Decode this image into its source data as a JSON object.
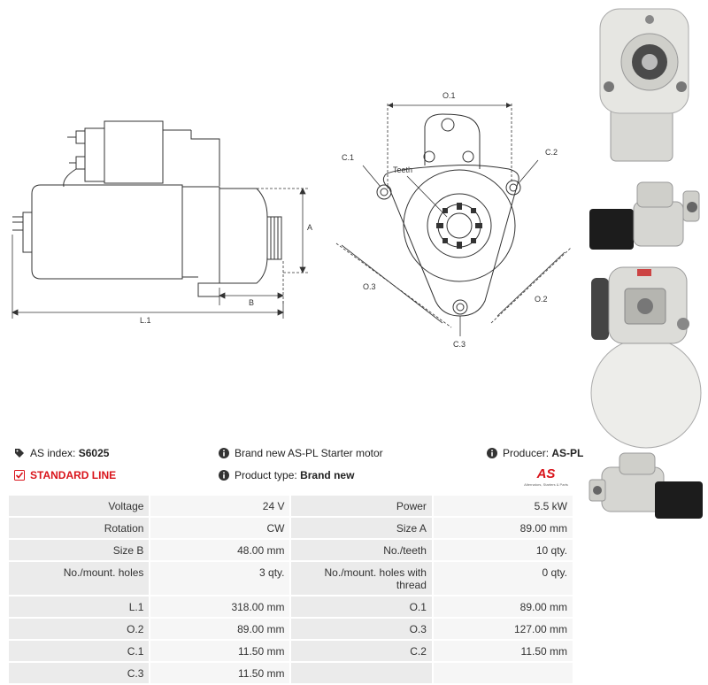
{
  "drawing": {
    "side_labels": {
      "a": "A",
      "b": "B",
      "l1": "L.1"
    },
    "front_labels": {
      "o1": "O.1",
      "o2": "O.2",
      "o3": "O.3",
      "c1": "C.1",
      "c2": "C.2",
      "c3": "C.3",
      "teeth": "Teeth"
    }
  },
  "info": {
    "as_index_label": "AS index:",
    "as_index_value": "S6025",
    "standard_line": "STANDARD LINE",
    "description": "Brand new AS-PL Starter motor",
    "product_type_label": "Product type:",
    "product_type_value": "Brand new",
    "producer_label": "Producer:",
    "producer_value": "AS-PL"
  },
  "logo": {
    "mark": "AS",
    "tagline": "Alternators, Starters & Parts"
  },
  "specs": [
    {
      "l1": "Voltage",
      "v1": "24 V",
      "l2": "Power",
      "v2": "5.5 kW"
    },
    {
      "l1": "Rotation",
      "v1": "CW",
      "l2": "Size A",
      "v2": "89.00 mm"
    },
    {
      "l1": "Size B",
      "v1": "48.00 mm",
      "l2": "No./teeth",
      "v2": "10 qty."
    },
    {
      "l1": "No./mount. holes",
      "v1": "3 qty.",
      "l2": "No./mount. holes with thread",
      "v2": "0 qty."
    },
    {
      "l1": "L.1",
      "v1": "318.00 mm",
      "l2": "O.1",
      "v2": "89.00 mm"
    },
    {
      "l1": "O.2",
      "v1": "89.00 mm",
      "l2": "O.3",
      "v2": "127.00 mm"
    },
    {
      "l1": "C.1",
      "v1": "11.50 mm",
      "l2": "C.2",
      "v2": "11.50 mm"
    },
    {
      "l1": "C.3",
      "v1": "11.50 mm",
      "l2": "",
      "v2": ""
    }
  ]
}
